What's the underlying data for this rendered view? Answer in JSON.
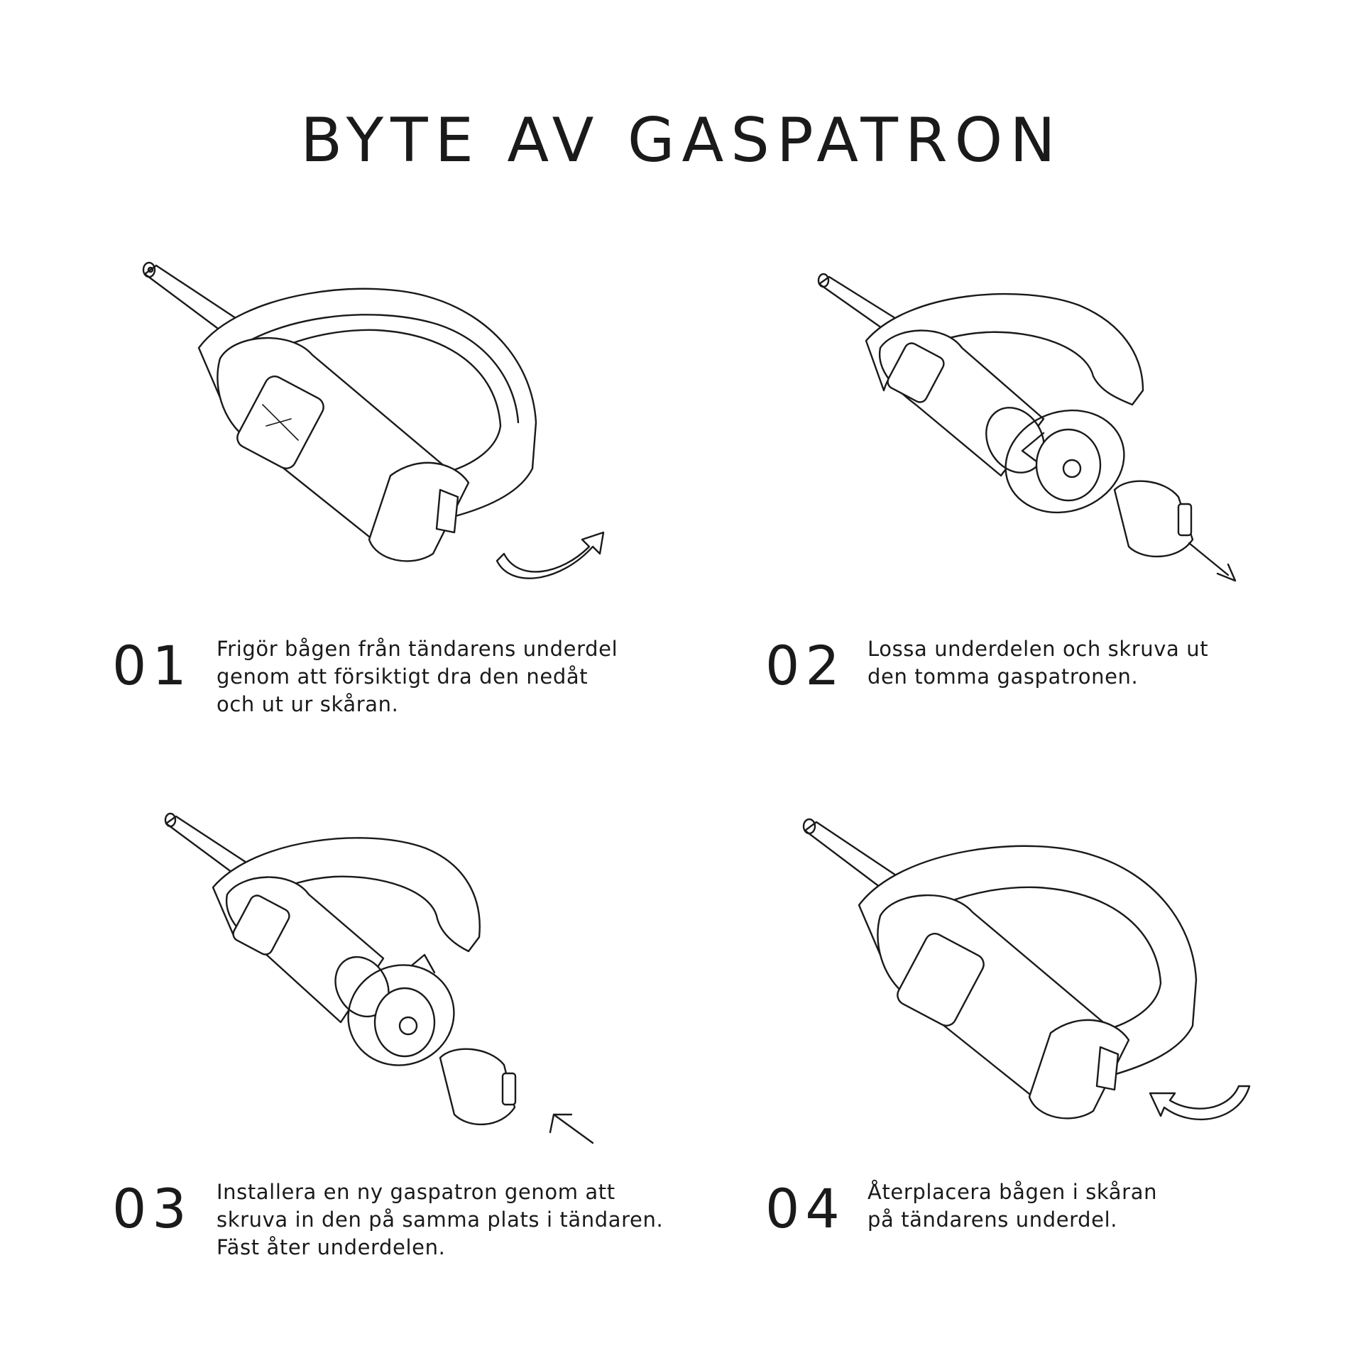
{
  "title": "BYTE AV GASPATRON",
  "steps": [
    {
      "number": "01",
      "lines": [
        "Frigör bågen från tändarens underdel",
        "genom att försiktigt dra den nedåt",
        "och ut ur skåran."
      ]
    },
    {
      "number": "02",
      "lines": [
        "Lossa underdelen och skruva ut",
        "den tomma gaspatronen."
      ]
    },
    {
      "number": "03",
      "lines": [
        "Installera en ny gaspatron genom att",
        "skruva in den på samma plats i tändaren.",
        "Fäst åter underdelen."
      ]
    },
    {
      "number": "04",
      "lines": [
        "Återplacera bågen i skåran",
        "på tändarens underdel."
      ]
    }
  ]
}
